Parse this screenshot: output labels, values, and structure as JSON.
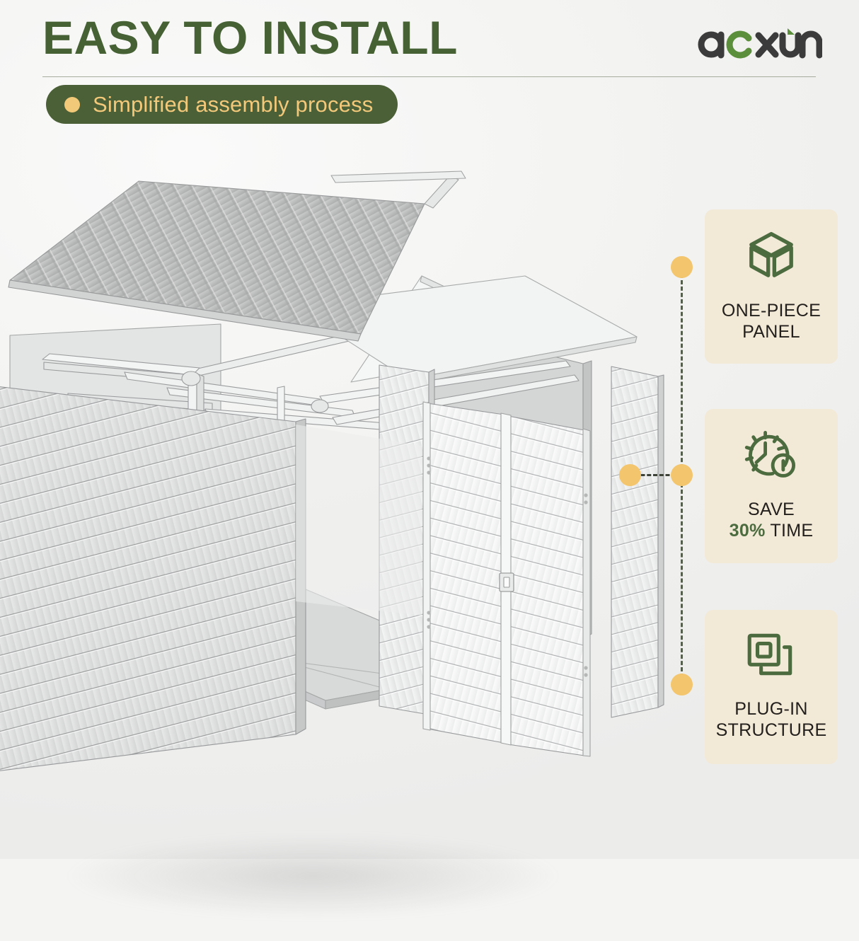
{
  "header": {
    "title": "EASY TO INSTALL",
    "badge_text": "Simplified assembly process",
    "badge_bullet_icon": "dot-icon",
    "title_color": "#466134",
    "badge_bg_color": "#4b6036",
    "badge_text_color": "#f2c87a"
  },
  "brand": {
    "name": "aoxun",
    "letters": [
      "a",
      "o",
      "x",
      "u",
      "n"
    ],
    "dark_color": "#3b3b3b",
    "accent_color": "#5b8f3c"
  },
  "feature_cards": [
    {
      "id": "one-piece-panel",
      "icon": "cube-box-icon",
      "label_line1": "ONE-PIECE",
      "label_line2": "PANEL",
      "highlight": ""
    },
    {
      "id": "save-time",
      "icon": "clock-timer-icon",
      "label_line1": "SAVE",
      "label_line2": "TIME",
      "highlight": "30%"
    },
    {
      "id": "plug-in-structure",
      "icon": "overlapping-squares-icon",
      "label_line1": "PLUG-IN",
      "label_line2": "STRUCTURE",
      "highlight": ""
    }
  ],
  "style": {
    "card_bg_color": "#f2e9d7",
    "card_icon_color": "#4c6b3f",
    "card_text_color": "#231f1c",
    "dot_color": "#f3c56d",
    "dash_color": "#565e4e",
    "background_color": "#f3f3f1"
  },
  "illustration": {
    "name": "exploded-storage-shed-diagram",
    "parts": [
      "roof-panel-left",
      "roof-panel-right",
      "gable-end-panel-with-vent",
      "roof-frame-beams",
      "side-wall-panel-left",
      "back-wall-panel",
      "double-door-panel",
      "corner-trim-panel-left",
      "corner-trim-panel-right",
      "floor-base-frame"
    ],
    "vent_icon": "house-vent-icon",
    "panel_color": "#e9eaea",
    "roof_color": "#bcbdbd"
  }
}
